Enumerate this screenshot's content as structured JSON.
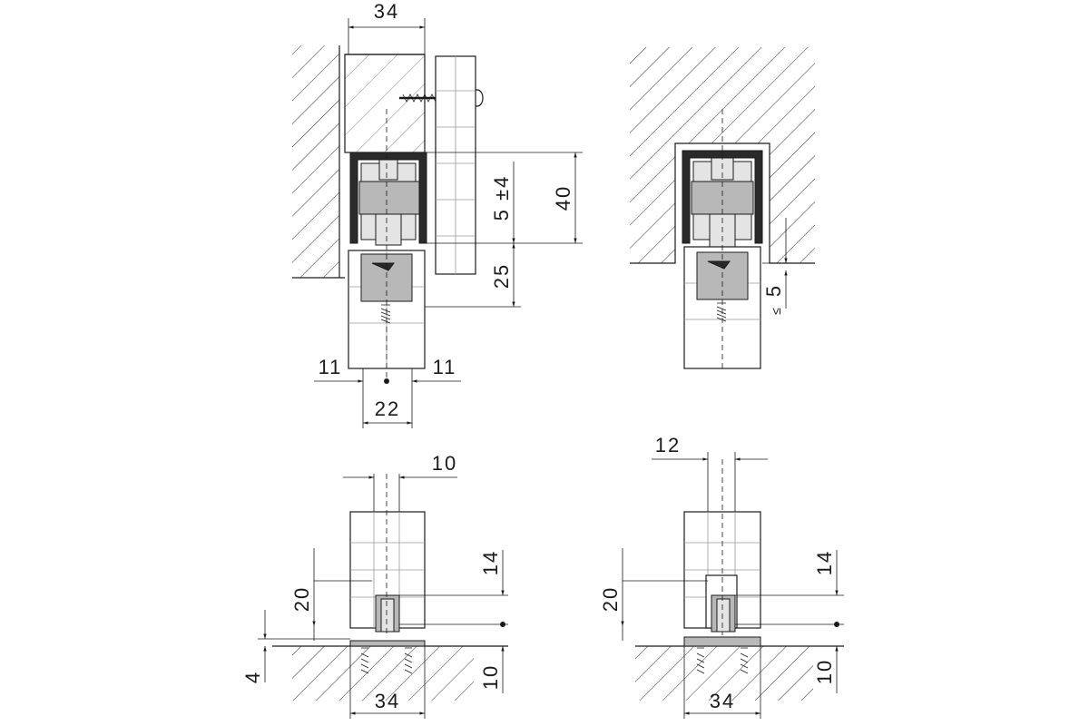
{
  "views": {
    "top_left": {
      "dim_width_top": "34",
      "dim_adjust": "5 ±4",
      "dim_total_height": "40",
      "dim_hanger": "25",
      "dim_left": "11",
      "dim_right": "11",
      "dim_bottom": "22"
    },
    "top_right": {
      "dim_clearance": "5",
      "dim_clearance_sign": "≤"
    },
    "bottom_left": {
      "dim_top_width": "10",
      "dim_height_20": "20",
      "dim_height_14": "14",
      "dim_base_4": "4",
      "dim_base_10": "10",
      "dim_bottom_width": "34"
    },
    "bottom_right": {
      "dim_top_width": "12",
      "dim_height_20": "20",
      "dim_height_14": "14",
      "dim_base_10": "10",
      "dim_bottom_width": "34"
    }
  }
}
